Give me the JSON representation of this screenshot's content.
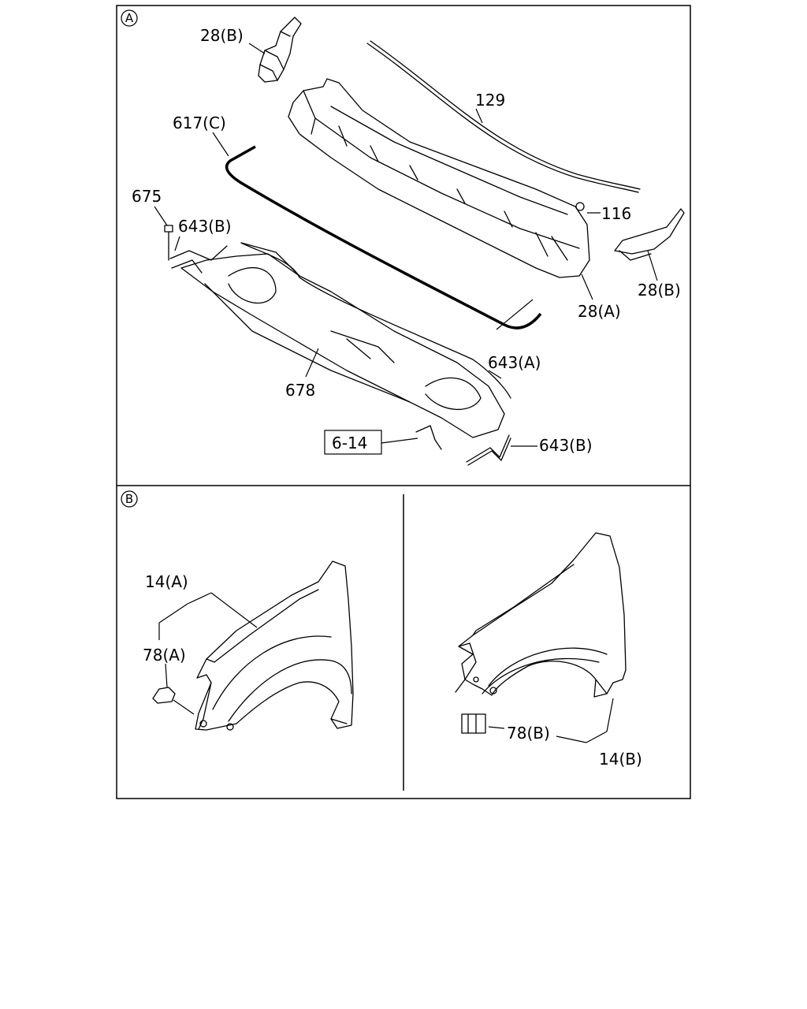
{
  "sections": {
    "a": {
      "marker": "A"
    },
    "b": {
      "marker": "B"
    }
  },
  "labels": {
    "p28b_top": "28(B)",
    "p129": "129",
    "p617c": "617(C)",
    "p675": "675",
    "p643b_top": "643(B)",
    "p116": "116",
    "p28b_right": "28(B)",
    "p28a": "28(A)",
    "p643a": "643(A)",
    "p678": "678",
    "ref_6_14": "6-14",
    "p643b_bottom": "643(B)",
    "p14a": "14(A)",
    "p78a": "78(A)",
    "p78b": "78(B)",
    "p14b": "14(B)"
  }
}
